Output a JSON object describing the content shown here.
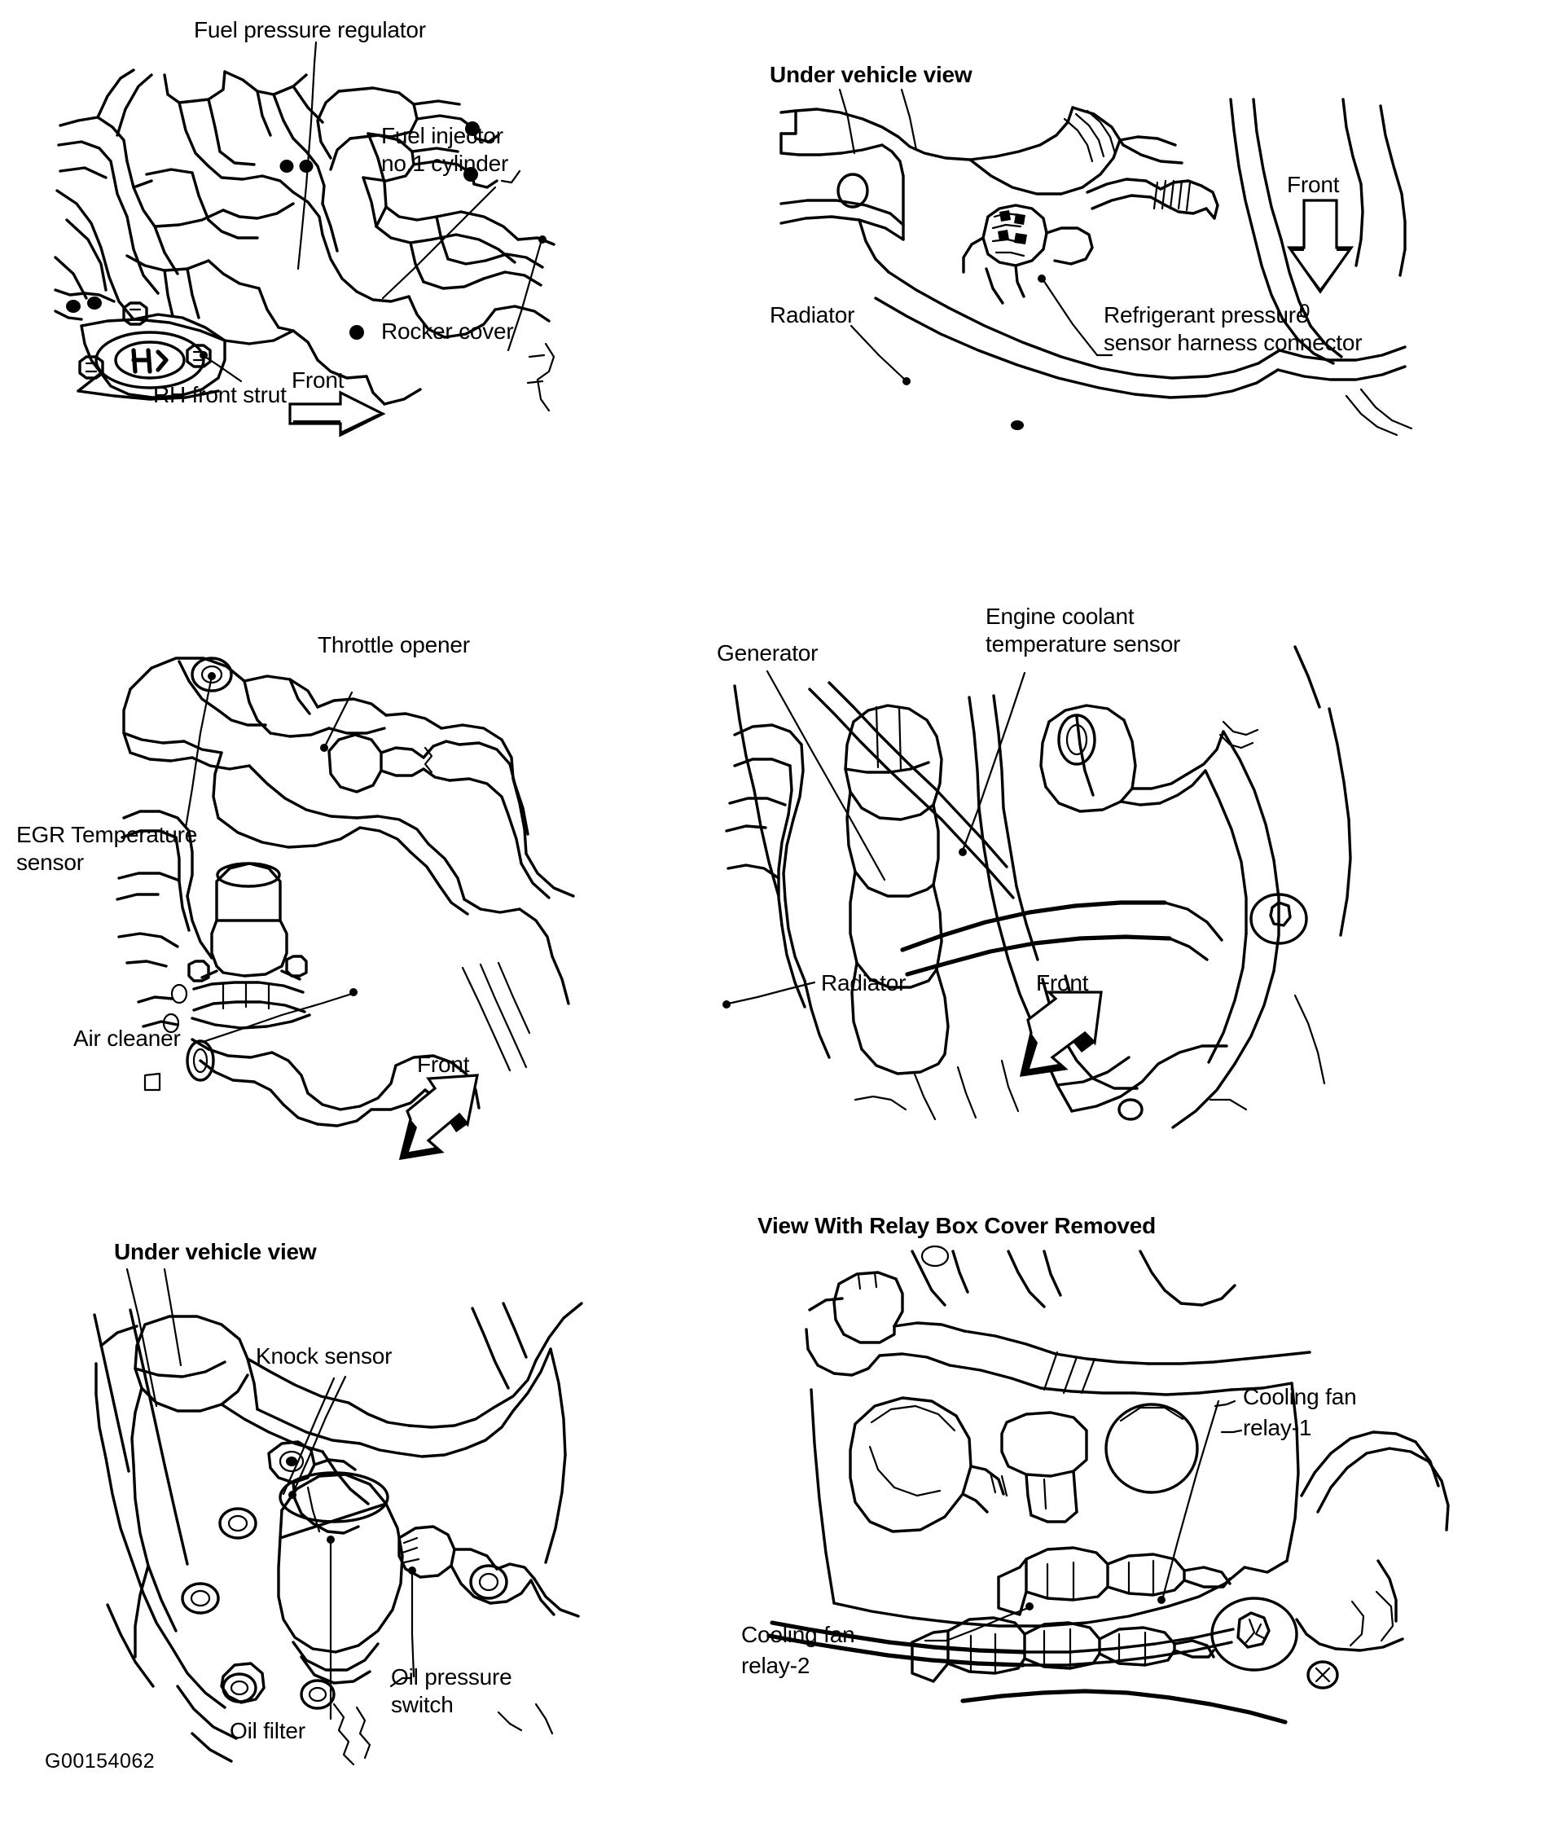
{
  "document": {
    "type": "automotive-service-diagram",
    "figure_code": "G00154062",
    "panel_count": 6
  },
  "panels": [
    {
      "id": "engine-compartment-rh",
      "position": "top-left",
      "labels": [
        {
          "name": "fuel-pressure-regulator",
          "text": "Fuel pressure regulator"
        },
        {
          "name": "fuel-injector-no1",
          "line1": "Fuel injector",
          "line2": "no.1 cylinder"
        },
        {
          "name": "rocker-cover",
          "text": "Rocker cover"
        },
        {
          "name": "rh-front-strut",
          "text": "RH front strut"
        },
        {
          "name": "front-direction",
          "text": "Front"
        }
      ]
    },
    {
      "id": "under-vehicle-refrigerant",
      "position": "top-right",
      "view_title": "Under vehicle view",
      "labels": [
        {
          "name": "refrigerant-pressure-sensor",
          "line1": "Refrigerant pressure",
          "line2": "sensor harness connector"
        },
        {
          "name": "radiator",
          "text": "Radiator"
        },
        {
          "name": "front-direction",
          "text": "Front"
        },
        {
          "name": "arrow-marker",
          "text": "0"
        }
      ]
    },
    {
      "id": "throttle-egr-air-cleaner",
      "position": "middle-left",
      "labels": [
        {
          "name": "throttle-opener",
          "text": "Throttle opener"
        },
        {
          "name": "egr-temperature-sensor",
          "line1": "EGR Temperature",
          "line2": "sensor"
        },
        {
          "name": "air-cleaner",
          "text": "Air cleaner"
        },
        {
          "name": "front-direction",
          "text": "Front"
        }
      ]
    },
    {
      "id": "generator-coolant-sensor",
      "position": "middle-right",
      "labels": [
        {
          "name": "generator",
          "text": "Generator"
        },
        {
          "name": "engine-coolant-temperature-sensor",
          "line1": "Engine coolant",
          "line2": "temperature sensor"
        },
        {
          "name": "radiator",
          "text": "Radiator"
        },
        {
          "name": "front-direction",
          "text": "Front"
        }
      ]
    },
    {
      "id": "under-vehicle-oil-knock",
      "position": "bottom-left",
      "view_title": "Under vehicle view",
      "labels": [
        {
          "name": "knock-sensor",
          "text": "Knock sensor"
        },
        {
          "name": "oil-pressure-switch",
          "line1": "Oil pressure",
          "line2": "switch"
        },
        {
          "name": "oil-filter",
          "text": "Oil filter"
        }
      ]
    },
    {
      "id": "relay-box",
      "position": "bottom-right",
      "view_title": "View With Relay Box Cover Removed",
      "labels": [
        {
          "name": "cooling-fan-relay-1",
          "line1": "Cooling fan",
          "line2": "relay-1"
        },
        {
          "name": "cooling-fan-relay-2",
          "line1": "Cooling fan",
          "line2": "relay-2"
        }
      ]
    }
  ],
  "colors": {
    "ink": "#000000",
    "paper": "#ffffff"
  }
}
